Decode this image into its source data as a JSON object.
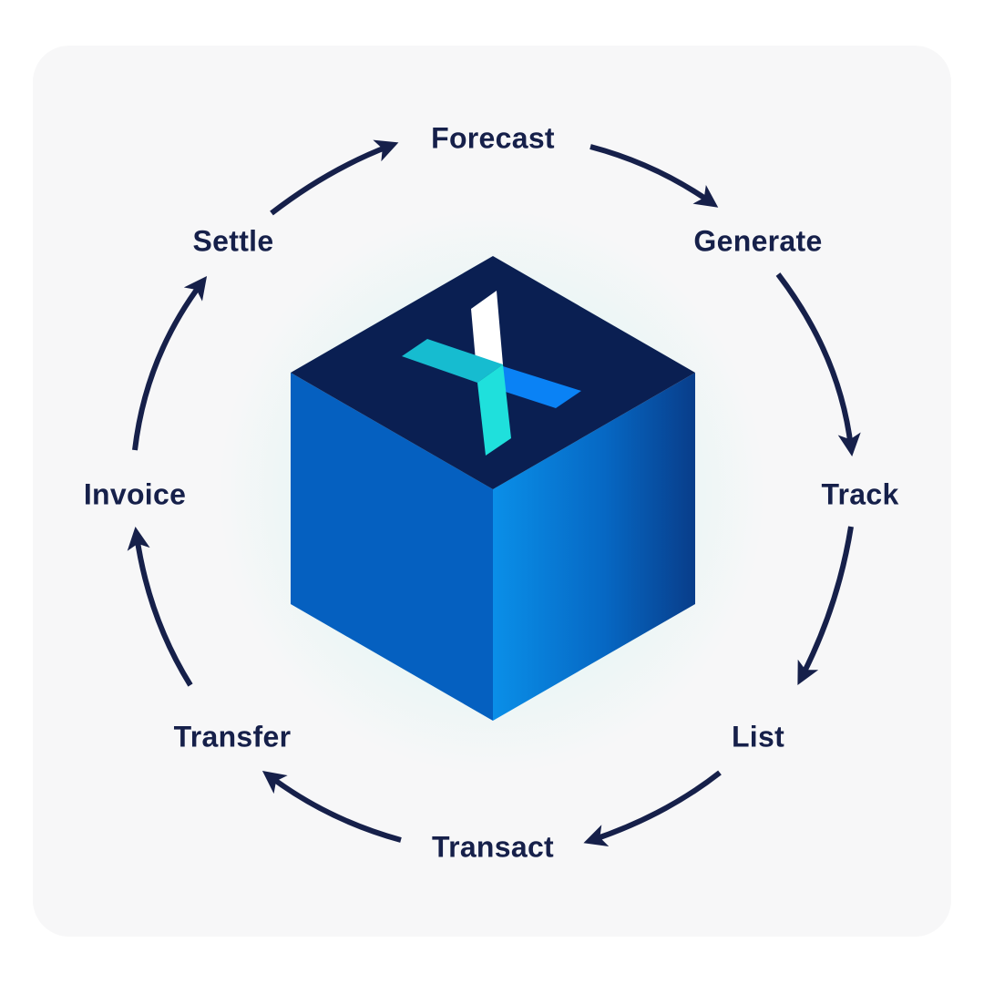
{
  "diagram": {
    "steps": [
      {
        "id": "forecast",
        "label": "Forecast"
      },
      {
        "id": "generate",
        "label": "Generate"
      },
      {
        "id": "track",
        "label": "Track"
      },
      {
        "id": "list",
        "label": "List"
      },
      {
        "id": "transact",
        "label": "Transact"
      },
      {
        "id": "transfer",
        "label": "Transfer"
      },
      {
        "id": "invoice",
        "label": "Invoice"
      },
      {
        "id": "settle",
        "label": "Settle"
      }
    ],
    "colors": {
      "label": "#16204a",
      "arrow": "#16204a",
      "card_background": "#f7f7f8",
      "cube_top": "#0a1f52",
      "cube_left": "#0560c0",
      "cube_right_light": "#0a8fe8",
      "cube_right_dark": "#083d8a",
      "logo_white": "#ffffff",
      "logo_teal": "#16bcd0",
      "logo_cyan": "#1fe0dc",
      "logo_blue": "#0a82f5"
    },
    "center_icon": "x-logo-cube-icon"
  }
}
